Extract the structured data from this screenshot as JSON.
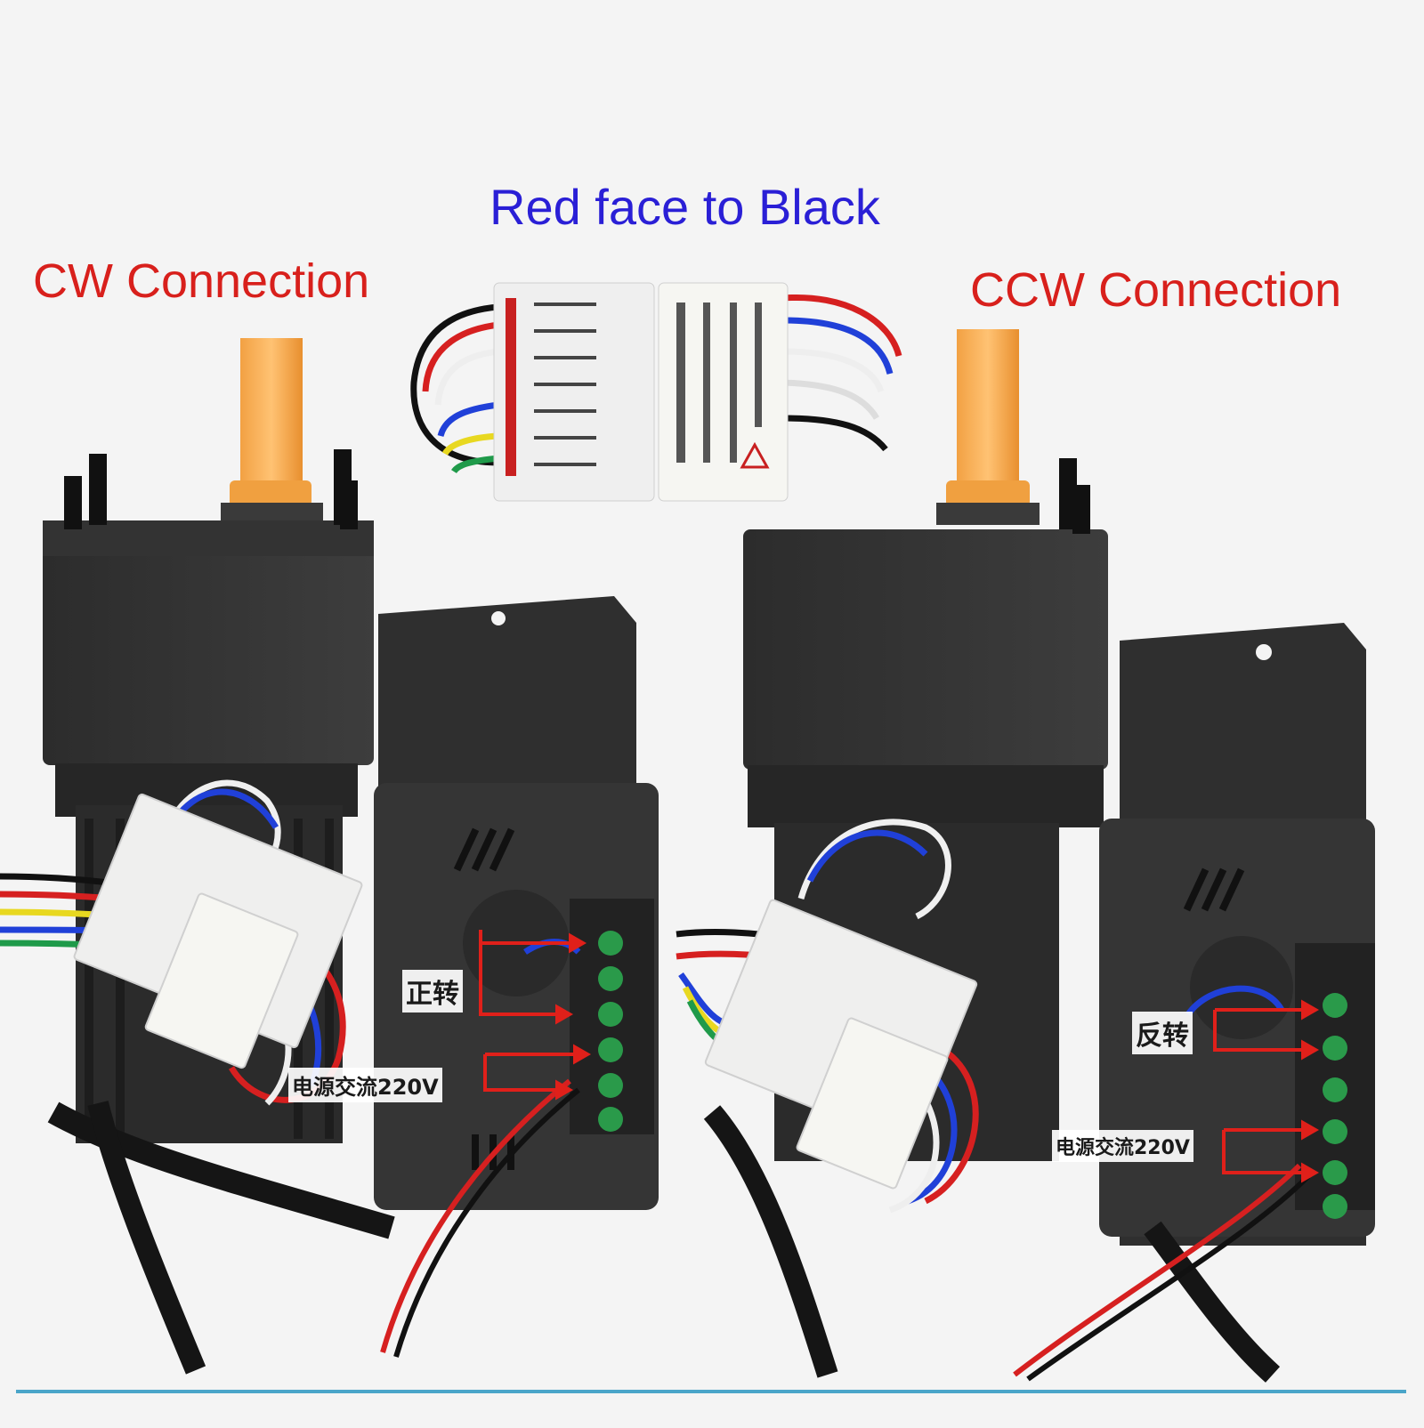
{
  "header": {
    "top_title": "Red face to Black",
    "left_title": "CW Connection",
    "right_title": "CCW Connection"
  },
  "labels": {
    "cw_label": "正转",
    "ccw_label": "反转",
    "power_label_left": "电源交流220V",
    "power_label_right": "电源交流220V"
  },
  "colors": {
    "title_blue": "#2a1fd6",
    "title_red": "#d8201c",
    "arrow_red": "#e0201a",
    "divider_blue": "#4aa5c9"
  }
}
